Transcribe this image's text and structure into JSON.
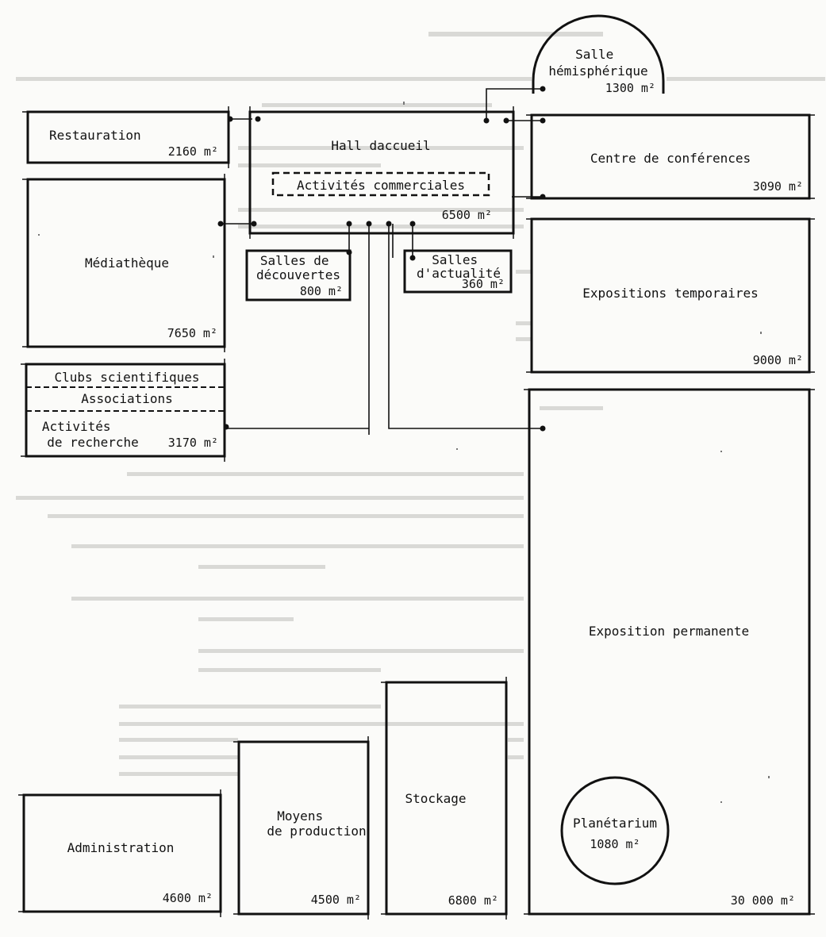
{
  "rooms": {
    "salle_hemispherique": {
      "name": "Salle\nhémisphérique",
      "area": "1300 m²"
    },
    "restauration": {
      "name": "Restauration",
      "area": "2160 m²"
    },
    "hall": {
      "name": "Hall daccueil",
      "area": "6500 m²"
    },
    "activites_commerciales": {
      "name": "Activités commerciales"
    },
    "centre_conferences": {
      "name": "Centre de conférences",
      "area": "3090 m²"
    },
    "mediatheque": {
      "name": "Médiathèque",
      "area": "7650 m²"
    },
    "salles_decouvertes": {
      "name": "Salles de\ndécouvertes",
      "area": "800 m²"
    },
    "salles_actualite": {
      "name": "Salles\nd'actualité",
      "area": "360 m²"
    },
    "expositions_temporaires": {
      "name": "Expositions temporaires",
      "area": "9000 m²"
    },
    "clubs_scientifiques": {
      "name": "Clubs scientifiques"
    },
    "associations": {
      "name": "Associations"
    },
    "activites_recherche": {
      "name": "Activités\nde recherche",
      "area": "3170 m²"
    },
    "exposition_permanente": {
      "name": "Exposition permanente",
      "area": "30 000 m²"
    },
    "planetarium": {
      "name": "Planétarium",
      "area": "1080 m²"
    },
    "administration": {
      "name": "Administration",
      "area": "4600 m²"
    },
    "moyens_production": {
      "name": "Moyens\nde production",
      "area": "4500 m²"
    },
    "stockage": {
      "name": "Stockage",
      "area": "6800 m²"
    }
  }
}
